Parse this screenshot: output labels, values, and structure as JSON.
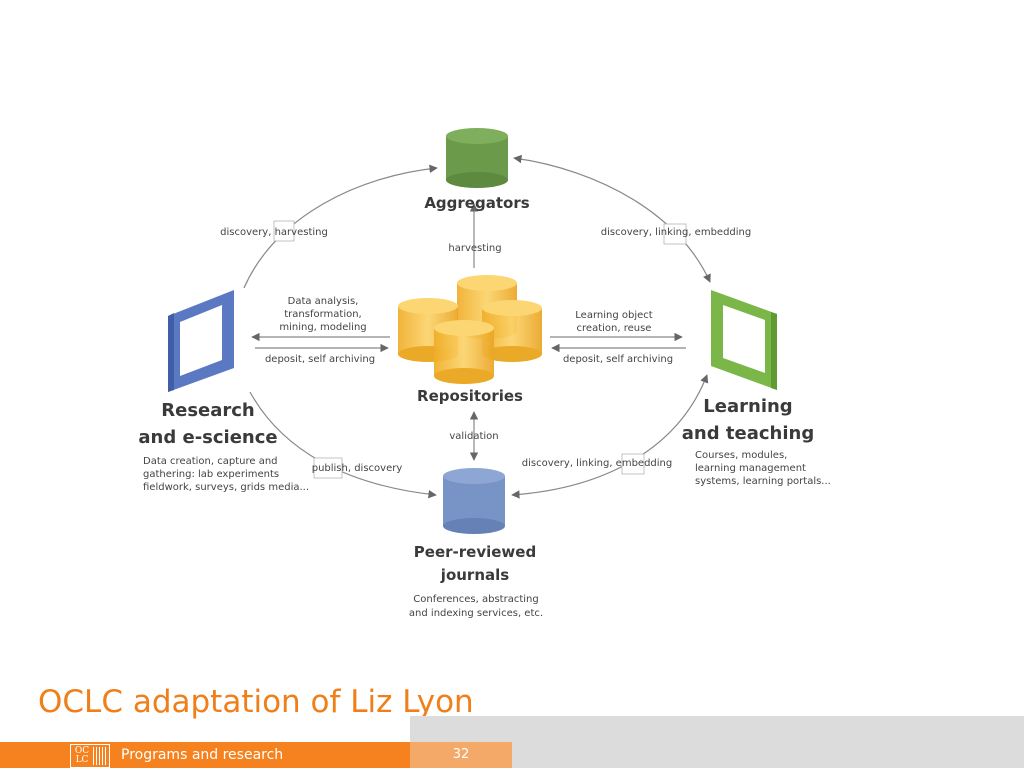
{
  "diagram": {
    "aggregators": {
      "title": "Aggregators"
    },
    "repositories": {
      "title": "Repositories"
    },
    "journals": {
      "title_lines": [
        "Peer-reviewed",
        "journals"
      ],
      "desc_lines": [
        "Conferences, abstracting",
        "and indexing services, etc."
      ]
    },
    "research": {
      "title_lines": [
        "Research",
        "and e-science"
      ],
      "desc_lines": [
        "Data creation, capture and",
        "gathering: lab experiments",
        "fieldwork, surveys, grids media..."
      ]
    },
    "learning": {
      "title_lines": [
        "Learning",
        "and teaching"
      ],
      "desc_lines": [
        "Courses, modules,",
        "learning management",
        "systems, learning portals..."
      ]
    },
    "edges": {
      "research_aggregators": "discovery, harvesting",
      "aggregators_learning": "discovery, linking, embedding",
      "repo_aggregators": "harvesting",
      "repo_journals": "validation",
      "research_journals": "publish, discovery",
      "learning_journals": "discovery, linking, embedding",
      "repo_to_research_lines": [
        "Data analysis,",
        "transformation,",
        "mining, modeling"
      ],
      "research_to_repo": "deposit, self archiving",
      "repo_to_learning_lines": [
        "Learning object",
        "creation, reuse"
      ],
      "learning_to_repo": "deposit, self archiving"
    },
    "colors": {
      "aggregators": "#6b9a4a",
      "repositories": "#f5bb3c",
      "journals": "#7893c6",
      "research": "#5b79c2",
      "learning": "#7ab648"
    }
  },
  "caption": "OCLC adaptation of Liz Lyon",
  "footer": {
    "logo_text": "OC\nLC",
    "label": "Programs and research",
    "page_number": "32"
  }
}
